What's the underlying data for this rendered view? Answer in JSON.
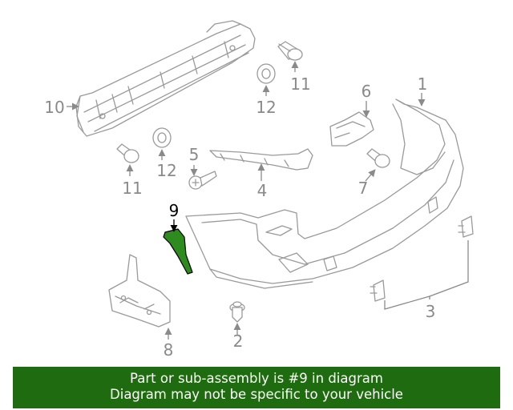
{
  "diagram": {
    "callouts": [
      "1",
      "2",
      "3",
      "4",
      "5",
      "6",
      "7",
      "8",
      "9",
      "10",
      "11",
      "11",
      "12",
      "12"
    ],
    "highlighted_part": "9",
    "highlight_color": "#2e8b1e",
    "line_color": "#9a9a9a"
  },
  "banner": {
    "line1": "Part or sub-assembly is #9 in diagram",
    "line2": "Diagram may not be specific to your vehicle",
    "background": "#1f6b0f",
    "text_color": "#ffffff"
  }
}
